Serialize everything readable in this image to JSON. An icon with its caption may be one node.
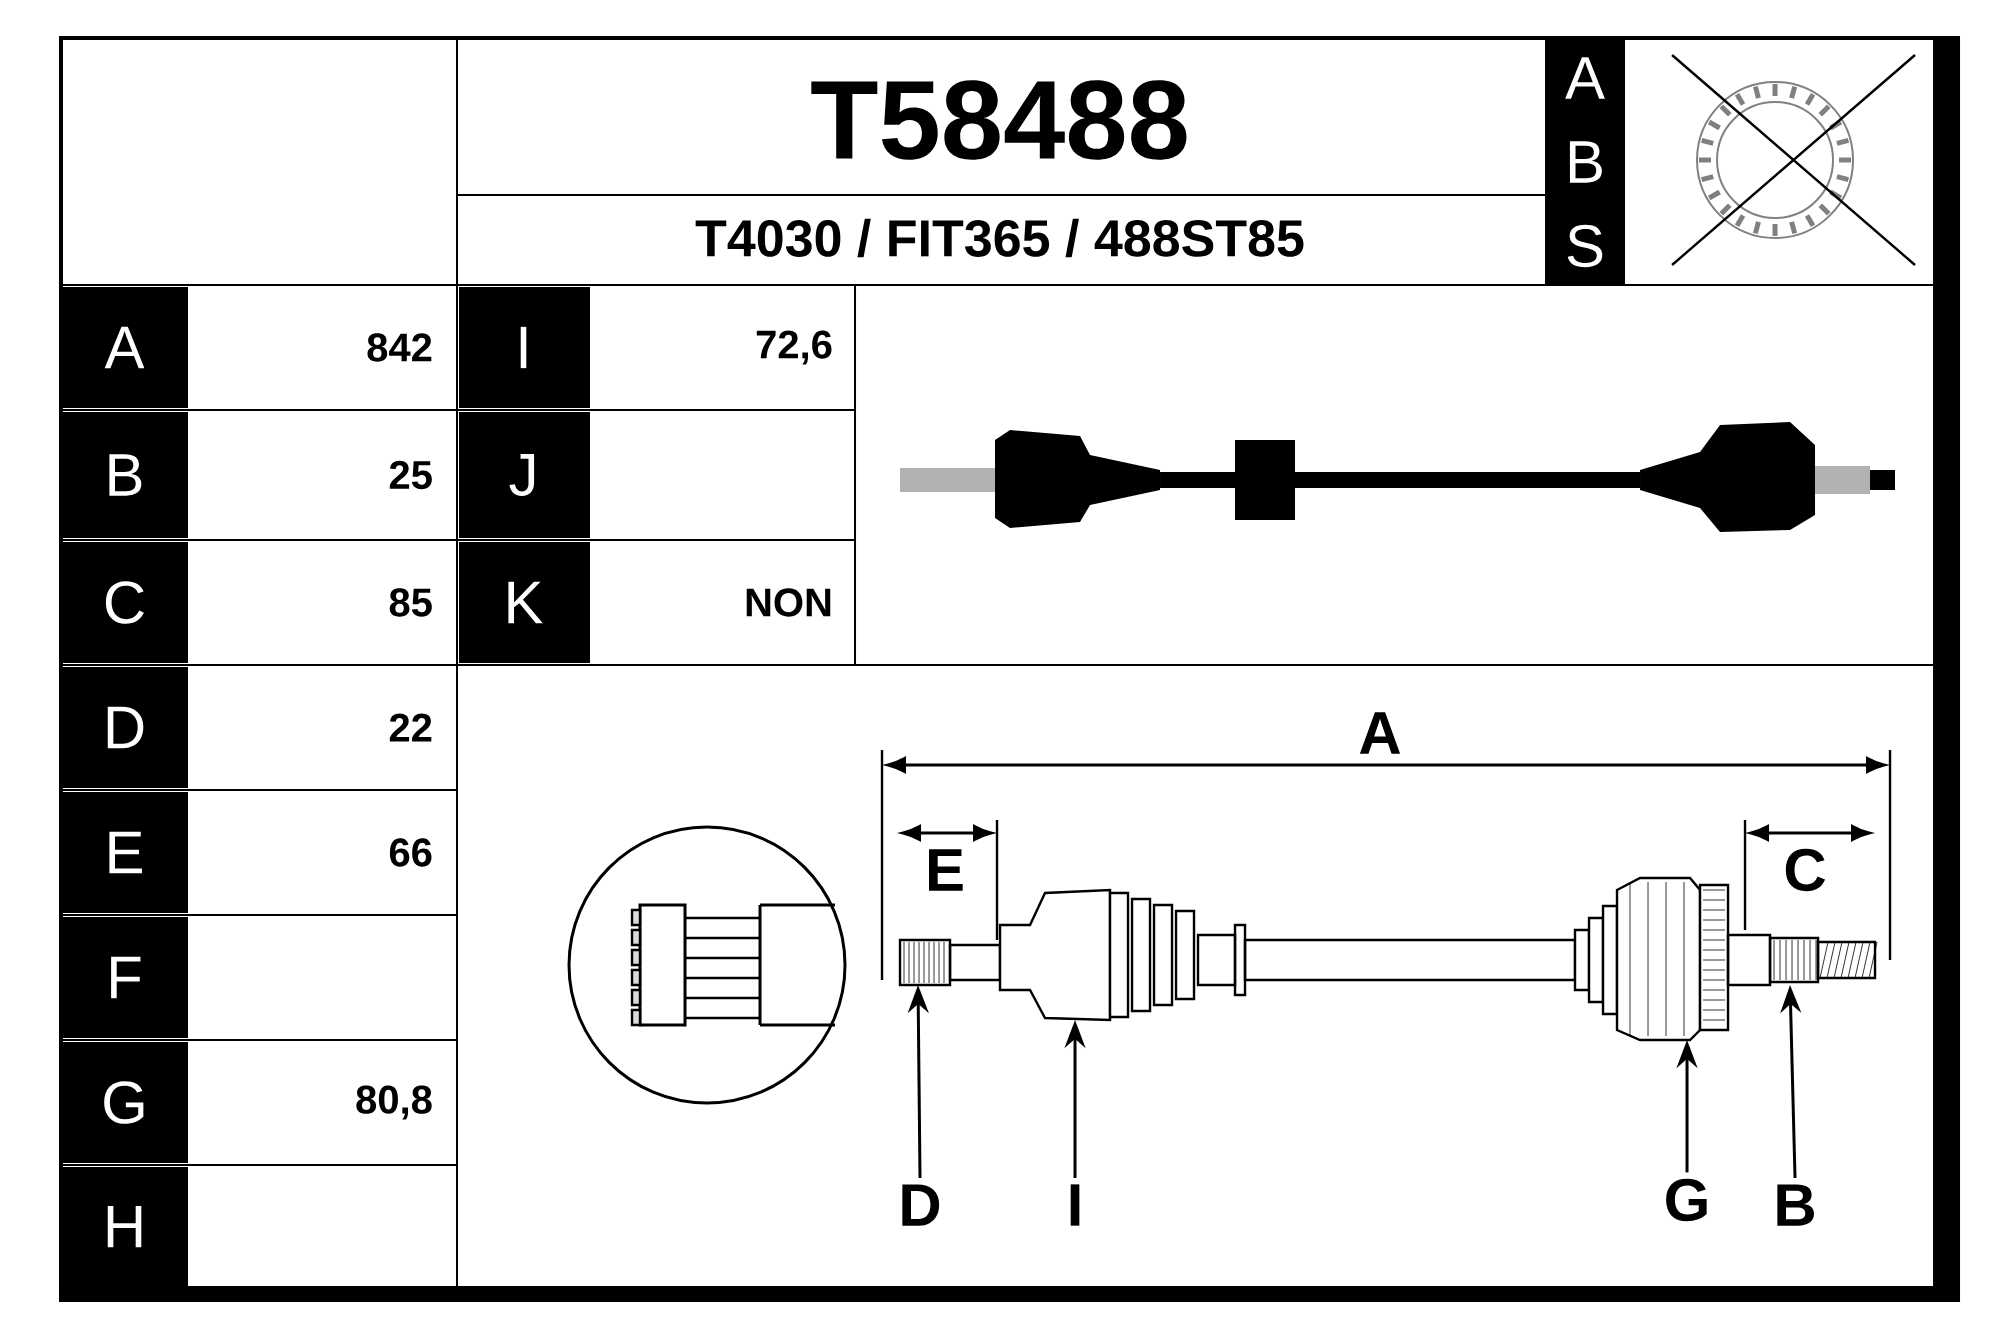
{
  "diagram": {
    "title": "T58488",
    "nodes": [
      {
        "text": [
          "D"
        ]
      },
      {
        "text": [
          "I"
        ]
      },
      {
        "text": [
          "G"
        ]
      },
      {
        "text": [
          "B"
        ]
      }
    ],
    "edges": [
      {
        "from": 0,
        "to": null,
        "arrow": "to"
      },
      {
        "from": 1,
        "to": null,
        "arrow": "to"
      },
      {
        "from": 2,
        "to": null,
        "arrow": "to"
      },
      {
        "from": 3,
        "to": null,
        "arrow": "to"
      }
    ],
    "labels": [
      "T4030 / FIT365 / 488ST85",
      "A",
      "B",
      "S",
      "A",
      "842",
      "I",
      "72,6",
      "B",
      "25",
      "J",
      "C",
      "85",
      "K",
      "NON",
      "D",
      "22",
      "E",
      "66",
      "F",
      "G",
      "80,8",
      "H",
      "A",
      "E",
      "C"
    ]
  }
}
